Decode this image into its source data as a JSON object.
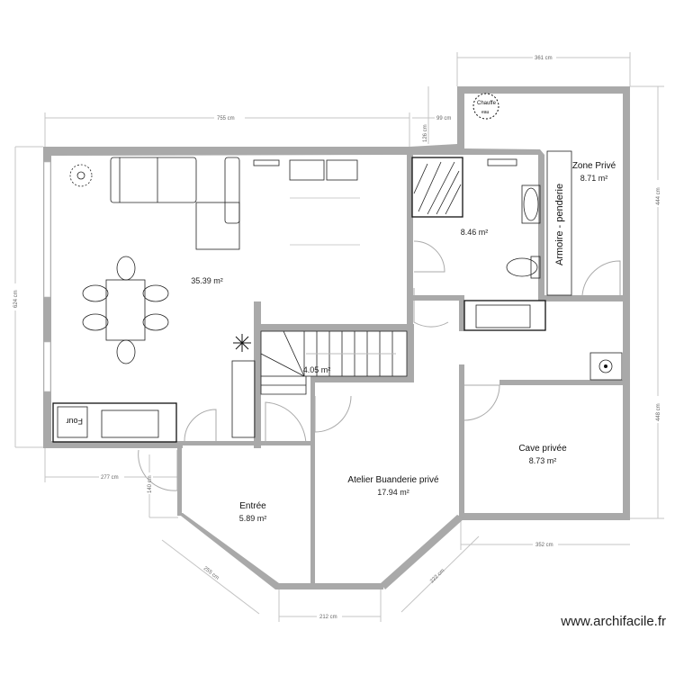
{
  "rooms": [
    {
      "name": "",
      "area": "35.39 m²"
    },
    {
      "name": "",
      "area": "8.46 m²"
    },
    {
      "name": "Zone  Privé",
      "area": "8.71 m²"
    },
    {
      "name": "",
      "area": "4.05 m²"
    },
    {
      "name": "Cave privée",
      "area": "8.73 m²"
    },
    {
      "name": "Atelier Buanderie privé",
      "area": "17.94 m²"
    },
    {
      "name": "Entrée",
      "area": "5.89 m²"
    }
  ],
  "dimensions": {
    "top_left": "755 cm",
    "top_small": "99 cm",
    "top_vertical": "126 cm",
    "top_right": "361 cm",
    "left": "624 cm",
    "right_upper": "444 cm",
    "right_lower": "448 cm",
    "bottom_left": "277 cm",
    "entry_vertical": "140 cm",
    "diag_left": "255 cm",
    "bottom_mid": "212 cm",
    "diag_right": "222 cm",
    "bottom_right": "352 cm"
  },
  "fixtures": {
    "oven": "Four",
    "water_heater": [
      "Chauffe",
      "eau"
    ],
    "wardrobe": "Armoire - penderie"
  },
  "watermark": "www.archifacile.fr",
  "colors": {
    "wall": "#a9a9a9",
    "dimension": "#c4c4c4"
  }
}
